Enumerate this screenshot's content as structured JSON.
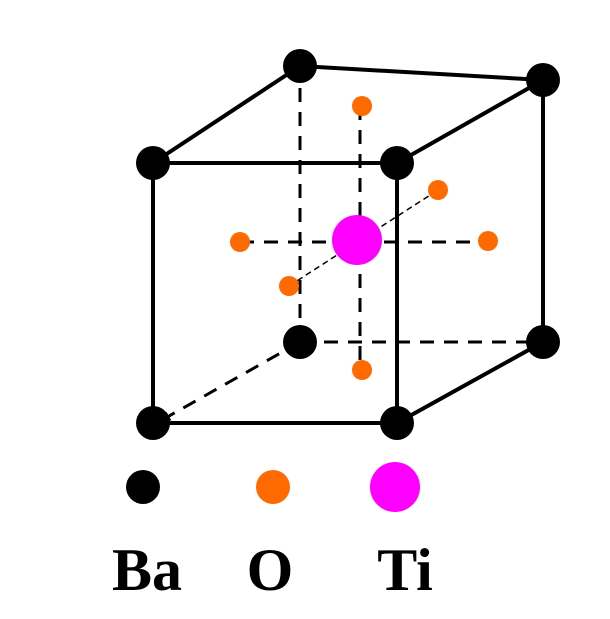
{
  "diagram": {
    "colors": {
      "ba": "#000000",
      "o": "#ff6a00",
      "ti": "#ff00ff",
      "edge": "#000000",
      "background": "#ffffff"
    },
    "legend": [
      {
        "key": "ba",
        "label": "Ba",
        "color": "#000000"
      },
      {
        "key": "o",
        "label": "O",
        "color": "#ff6a00"
      },
      {
        "key": "ti",
        "label": "Ti",
        "color": "#ff00ff"
      }
    ]
  }
}
